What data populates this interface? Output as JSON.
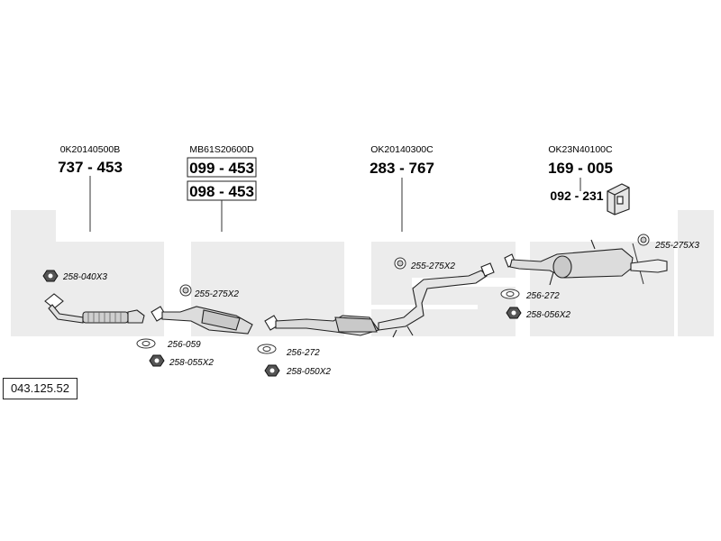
{
  "colors": {
    "watermark": "#ececec",
    "ink": "#1a1a1a",
    "part_fill": "#d9d9d9"
  },
  "reference_number": "043.125.52",
  "groups": [
    {
      "oem": "0K20140500B",
      "parts": [
        "737 - 453"
      ]
    },
    {
      "oem": "MB61S20600D",
      "parts": [
        "099 - 453",
        "098 - 453"
      ]
    },
    {
      "oem": "OK20140300C",
      "parts": [
        "283 - 767"
      ]
    },
    {
      "oem": "OK23N40100C",
      "parts": [
        "169 - 005"
      ],
      "extra": "092 - 231"
    }
  ],
  "accessories": [
    {
      "code": "258-040X3",
      "icon": "nut-icon"
    },
    {
      "code": "255-275X2",
      "icon": "clamp-icon"
    },
    {
      "code": "256-059",
      "icon": "gasket-icon"
    },
    {
      "code": "258-055X2",
      "icon": "nut-icon"
    },
    {
      "code": "256-272",
      "icon": "gasket-icon"
    },
    {
      "code": "258-050X2",
      "icon": "nut-icon"
    },
    {
      "code": "255-275X2",
      "icon": "clamp-icon"
    },
    {
      "code": "255-275X3",
      "icon": "clamp-icon"
    },
    {
      "code": "256-272",
      "icon": "gasket-icon"
    },
    {
      "code": "258-056X2",
      "icon": "nut-icon"
    }
  ]
}
